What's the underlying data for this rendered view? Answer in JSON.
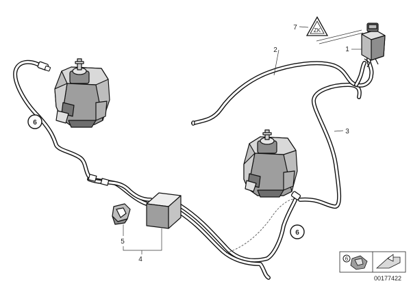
{
  "callouts": {
    "c1": "1",
    "c2": "2",
    "c3": "3",
    "c4": "4",
    "c5": "5",
    "c7": "7"
  },
  "circled_refs": {
    "left": "6",
    "right": "6",
    "legend": "6"
  },
  "warning_symbol_text": "ZK",
  "drawing_number": "00177422"
}
